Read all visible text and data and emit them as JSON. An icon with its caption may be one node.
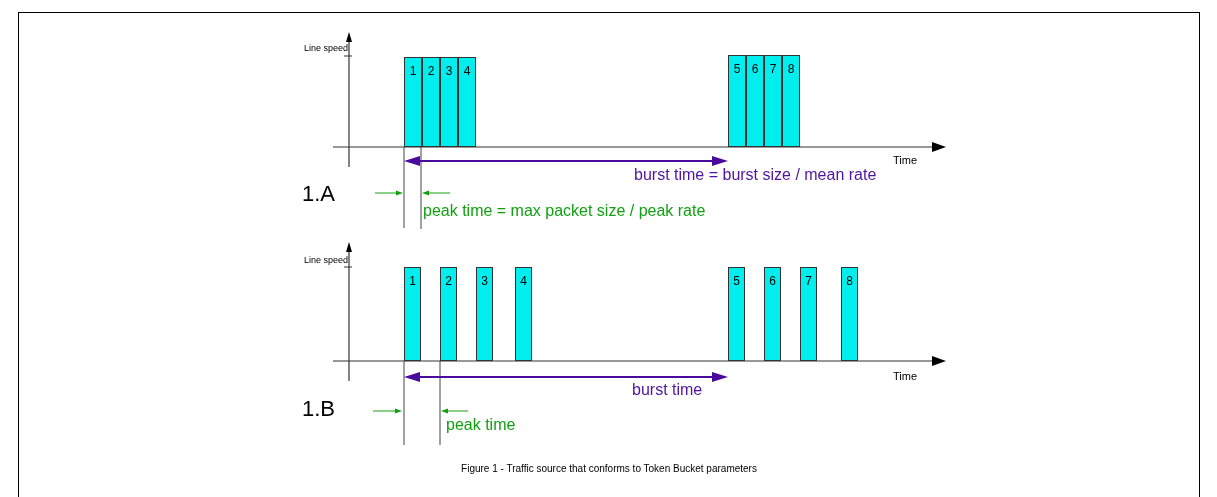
{
  "diagram": {
    "caption": "Figure 1  -  Traffic source that conforms to Token Bucket parameters",
    "nodes": [
      {
        "text": [
          "1"
        ]
      },
      {
        "text": [
          "2"
        ]
      },
      {
        "text": [
          "3"
        ]
      },
      {
        "text": [
          "4"
        ]
      },
      {
        "text": [
          "5"
        ]
      },
      {
        "text": [
          "6"
        ]
      },
      {
        "text": [
          "7"
        ]
      },
      {
        "text": [
          "8"
        ]
      },
      {
        "text": [
          "1"
        ]
      },
      {
        "text": [
          "2"
        ]
      },
      {
        "text": [
          "3"
        ]
      },
      {
        "text": [
          "4"
        ]
      },
      {
        "text": [
          "5"
        ]
      },
      {
        "text": [
          "6"
        ]
      },
      {
        "text": [
          "7"
        ]
      },
      {
        "text": [
          "8"
        ]
      }
    ],
    "labels": [
      "Line speed",
      "Time",
      "burst time = burst size / mean rate",
      "1.A",
      "peak time = max packet size / peak rate",
      "Line speed",
      "Time",
      "burst time",
      "1.B",
      "peak time"
    ]
  }
}
